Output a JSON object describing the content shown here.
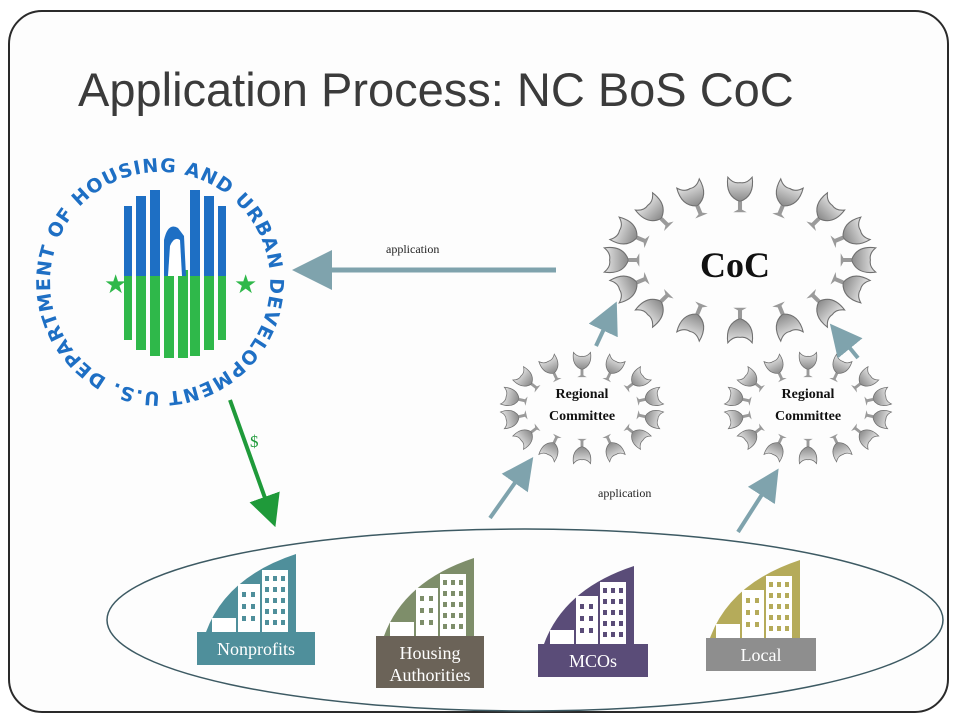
{
  "title": "Application Process: NC BoS CoC",
  "hud_seal": {
    "ring_text": "U.S. DEPARTMENT OF HOUSING AND URBAN DEVELOPMENT",
    "ring_color": "#1e6fc4"
  },
  "coc": {
    "label": "CoC"
  },
  "regional_committees": [
    {
      "label_line1": "Regional",
      "label_line2": "Committee"
    },
    {
      "label_line1": "Regional",
      "label_line2": "Committee"
    }
  ],
  "arrows": {
    "top_label": "application",
    "bottom_label": "application",
    "money_label": "$"
  },
  "organizations": [
    {
      "label": "Nonprofits",
      "color": "#4f8f9b"
    },
    {
      "label": "Housing Authorities",
      "color": "#6b6358"
    },
    {
      "label": "MCOs",
      "color": "#5a4c78"
    },
    {
      "label": "Local",
      "color": "#8e8e8e"
    }
  ],
  "colors": {
    "arrow_steel": "#7fa3ad",
    "arrow_money": "#1f9a3a",
    "ellipse_stroke": "#3d5a63"
  }
}
